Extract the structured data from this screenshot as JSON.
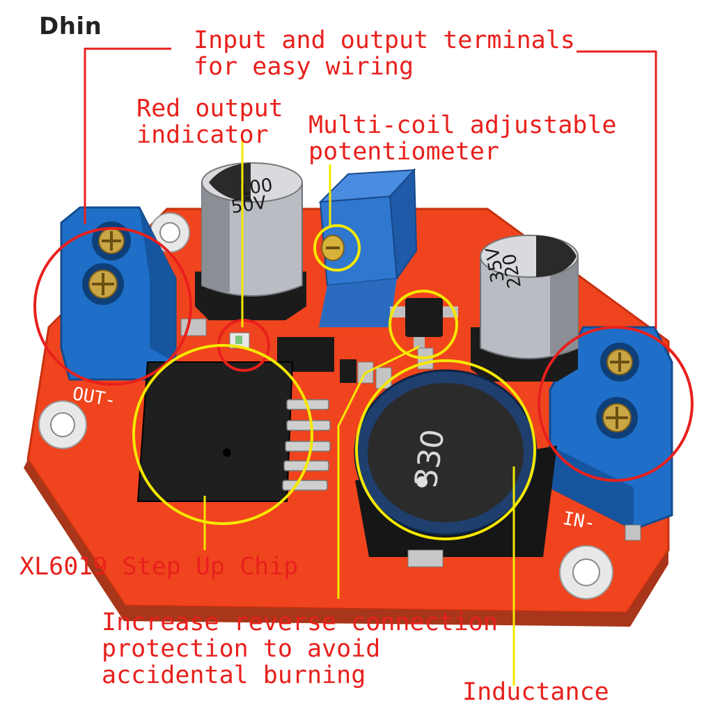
{
  "watermark": "Dhin",
  "annotations": {
    "terminals": [
      "Input and output terminals",
      "for easy wiring"
    ],
    "indicator": [
      "Red output",
      "indicator"
    ],
    "potentiometer": [
      "Multi-coil adjustable",
      "potentiometer"
    ],
    "chip": [
      "XL6019 Step Up Chip"
    ],
    "protection": [
      "Increase reverse connection",
      "protection to avoid",
      "accidental burning"
    ],
    "inductor": [
      "Inductance"
    ]
  },
  "board": {
    "cap_left": [
      "100",
      "50V"
    ],
    "cap_right": [
      "220",
      "35V"
    ],
    "inductor_marking": "330",
    "out_label": "OUT-",
    "in_label": "IN-"
  },
  "colors": {
    "pcb": "#f0441e",
    "terminal": "#1f6fc8",
    "annotation_red": "#e8201c",
    "annotation_yellow": "#f5e800"
  }
}
